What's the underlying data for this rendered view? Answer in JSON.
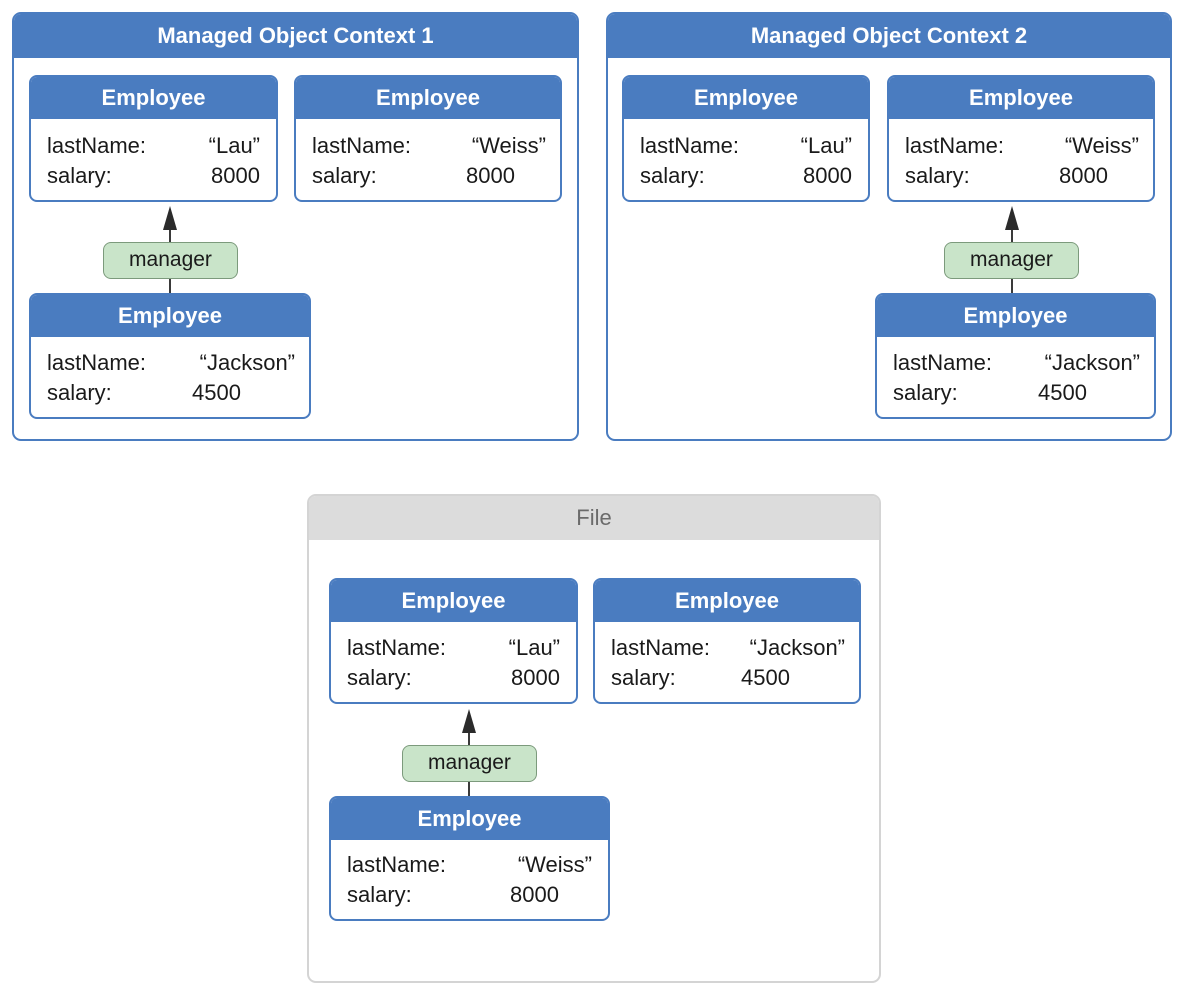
{
  "groups": [
    {
      "title": "Managed Object Context 1",
      "entities": [
        {
          "title": "Employee",
          "attributes": [
            {
              "key": "lastName:",
              "value": "“Lau”"
            },
            {
              "key": "salary:",
              "value": "8000"
            }
          ]
        },
        {
          "title": "Employee",
          "attributes": [
            {
              "key": "lastName:",
              "value": "“Weiss”"
            },
            {
              "key": "salary:",
              "value": "8000"
            }
          ]
        },
        {
          "title": "Employee",
          "attributes": [
            {
              "key": "lastName:",
              "value": "“Jackson”"
            },
            {
              "key": "salary:",
              "value": "4500"
            }
          ]
        }
      ],
      "relationship": {
        "label": "manager"
      }
    },
    {
      "title": "Managed Object Context 2",
      "entities": [
        {
          "title": "Employee",
          "attributes": [
            {
              "key": "lastName:",
              "value": "“Lau”"
            },
            {
              "key": "salary:",
              "value": "8000"
            }
          ]
        },
        {
          "title": "Employee",
          "attributes": [
            {
              "key": "lastName:",
              "value": "“Weiss”"
            },
            {
              "key": "salary:",
              "value": "8000"
            }
          ]
        },
        {
          "title": "Employee",
          "attributes": [
            {
              "key": "lastName:",
              "value": "“Jackson”"
            },
            {
              "key": "salary:",
              "value": "4500"
            }
          ]
        }
      ],
      "relationship": {
        "label": "manager"
      }
    },
    {
      "title": "File",
      "entities": [
        {
          "title": "Employee",
          "attributes": [
            {
              "key": "lastName:",
              "value": "“Lau”"
            },
            {
              "key": "salary:",
              "value": "8000"
            }
          ]
        },
        {
          "title": "Employee",
          "attributes": [
            {
              "key": "lastName:",
              "value": "“Jackson”"
            },
            {
              "key": "salary:",
              "value": "4500"
            }
          ]
        },
        {
          "title": "Employee",
          "attributes": [
            {
              "key": "lastName:",
              "value": "“Weiss”"
            },
            {
              "key": "salary:",
              "value": "8000"
            }
          ]
        }
      ],
      "relationship": {
        "label": "manager"
      }
    }
  ]
}
